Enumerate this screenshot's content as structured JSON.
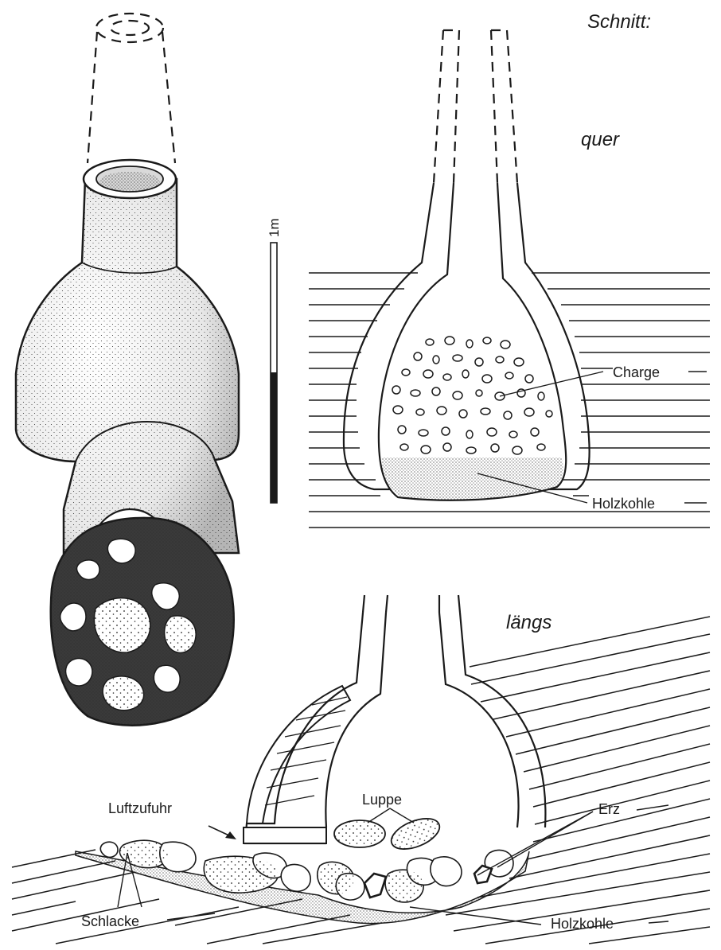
{
  "labels": {
    "schnitt": "Schnitt:",
    "quer": "quer",
    "laengs": "längs",
    "scale": "1m",
    "charge": "Charge",
    "holzkohle_top": "Holzkohle",
    "luppe": "Luppe",
    "erz": "Erz",
    "luftzufuhr": "Luftzufuhr",
    "schlacke": "Schlacke",
    "holzkohle_bottom": "Holzkohle"
  },
  "colors": {
    "ink": "#1a1a1a",
    "paper": "#ffffff"
  }
}
